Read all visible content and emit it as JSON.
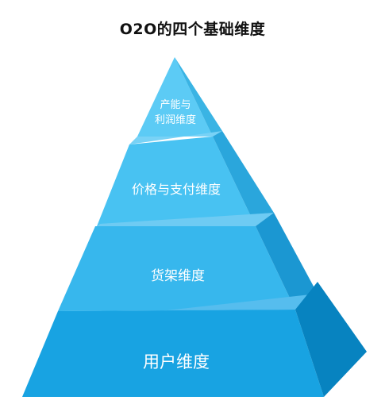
{
  "title": "O2O的四个基础维度",
  "levels": [
    {
      "label_lines": [
        "产能与",
        "利润维度"
      ]
    },
    {
      "label_lines": [
        "价格与支付维度"
      ]
    },
    {
      "label_lines": [
        "货架维度"
      ]
    },
    {
      "label_lines": [
        "用户维度"
      ]
    }
  ],
  "colors": {
    "tier1_front": "#5ccbf5",
    "tier1_side": "#3ab4e4",
    "tier1_top": "#86daf8",
    "tier2_front": "#48c2f2",
    "tier2_side": "#2aa6dc",
    "tier2_top": "#78d2f6",
    "tier3_front": "#37b7ed",
    "tier3_side": "#1b97d2",
    "tier3_top": "#6ecbf3",
    "tier4_front": "#18a3e2",
    "tier4_side": "#0783c0",
    "tier4_top": "#56bdee"
  }
}
